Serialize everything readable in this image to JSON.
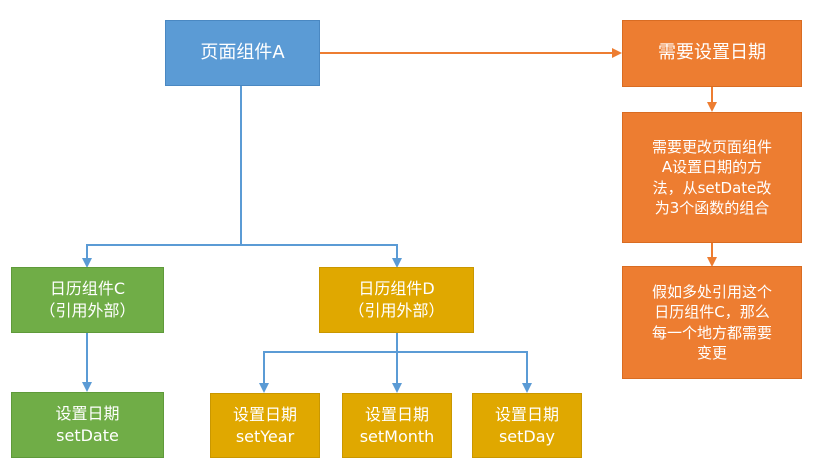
{
  "nodes": {
    "component_a": {
      "label": "页面组件A"
    },
    "need_set_date": {
      "label": "需要设置日期"
    },
    "change_note": {
      "lines": [
        "需要更改页面组件",
        "A设置日期的方",
        "法，从setDate改",
        "为3个函数的组合"
      ]
    },
    "reuse_note": {
      "lines": [
        "假如多处引用这个",
        "日历组件C，那么",
        "每一个地方都需要",
        "变更"
      ]
    },
    "calendar_c": {
      "lines": [
        "日历组件C",
        "（引用外部）"
      ]
    },
    "calendar_d": {
      "lines": [
        "日历组件D",
        "（引用外部）"
      ]
    },
    "set_date": {
      "lines": [
        "设置日期",
        "setDate"
      ]
    },
    "set_year": {
      "lines": [
        "设置日期",
        "setYear"
      ]
    },
    "set_month": {
      "lines": [
        "设置日期",
        "setMonth"
      ]
    },
    "set_day": {
      "lines": [
        "设置日期",
        "setDay"
      ]
    }
  },
  "colors": {
    "blue": "#5b9bd5",
    "orange": "#ed7d31",
    "green": "#70ad47",
    "gold": "#e0a800"
  }
}
